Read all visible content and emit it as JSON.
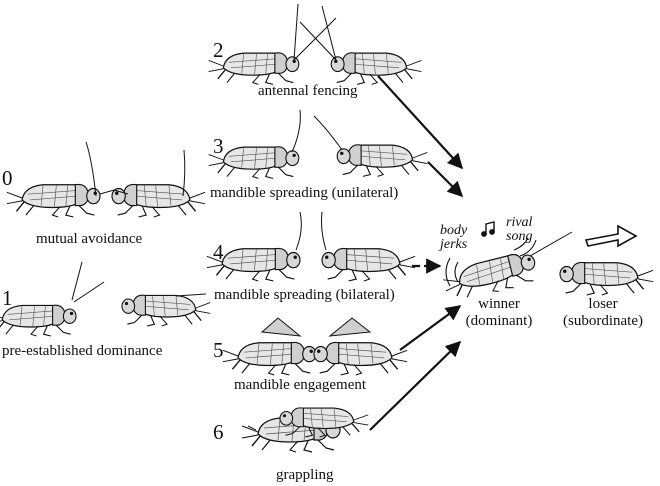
{
  "stages": [
    {
      "number": "0",
      "label": "mutual avoidance"
    },
    {
      "number": "1",
      "label": "pre-established dominance"
    },
    {
      "number": "2",
      "label": "antennal fencing"
    },
    {
      "number": "3",
      "label": "mandible spreading (unilateral)"
    },
    {
      "number": "4",
      "label": "mandible spreading (bilateral)"
    },
    {
      "number": "5",
      "label": "mandible engagement"
    },
    {
      "number": "6",
      "label": "grappling"
    }
  ],
  "outcome": {
    "winner_line1": "winner",
    "winner_line2": "(dominant)",
    "loser_line1": "loser",
    "loser_line2": "(subordinate)",
    "body_jerks_line1": "body",
    "body_jerks_line2": "jerks",
    "rival_song_line1": "rival",
    "rival_song_line2": "song",
    "note_icon": "music-note-icon"
  },
  "colors": {
    "ink": "#111111",
    "body_fill": "#e6e6e6",
    "shade": "#9a9a9a"
  }
}
